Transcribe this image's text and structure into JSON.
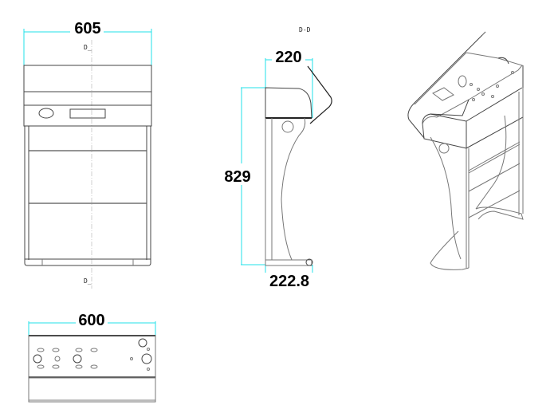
{
  "drawing": {
    "type": "technical drawing / orthographic projection of a console stand",
    "colors": {
      "dimension_line": "#22e0e8",
      "outline": "#777777",
      "text": "#000000"
    },
    "front_view": {
      "dimension_width": "605",
      "section_marker_top": "D_",
      "section_marker_bottom": "D_"
    },
    "side_view": {
      "section_label": "D-D",
      "dimension_top_depth": "220",
      "dimension_height": "829",
      "dimension_base_depth": "222.8"
    },
    "top_view": {
      "dimension_width": "600"
    },
    "isometric_view": {
      "description": "3D isometric view of the stand"
    }
  }
}
